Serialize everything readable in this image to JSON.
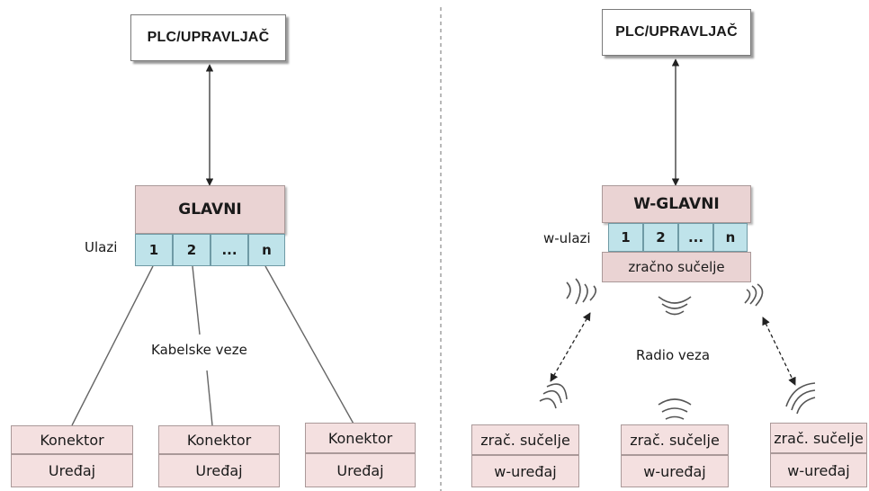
{
  "left": {
    "plc": "PLC/UPRAVLJAČ",
    "master": "GLAVNI",
    "ports_label": "Ulazi",
    "ports": [
      "1",
      "2",
      "...",
      "n"
    ],
    "link_label": "Kabelske veze",
    "devices": [
      {
        "top": "Konektor",
        "bottom": "Uređaj"
      },
      {
        "top": "Konektor",
        "bottom": "Uređaj"
      },
      {
        "top": "Konektor",
        "bottom": "Uređaj"
      }
    ]
  },
  "right": {
    "plc": "PLC/UPRAVLJAČ",
    "master": "W-GLAVNI",
    "ports_label": "w-ulazi",
    "ports": [
      "1",
      "2",
      "...",
      "n"
    ],
    "air_interface": "zračno sučelje",
    "link_label": "Radio veza",
    "devices": [
      {
        "top": "zrač. sučelje",
        "bottom": "w-uređaj"
      },
      {
        "top": "zrač. sučelje",
        "bottom": "w-uređaj"
      },
      {
        "top": "zrač. sučelje",
        "bottom": "w-uređaj"
      }
    ]
  }
}
